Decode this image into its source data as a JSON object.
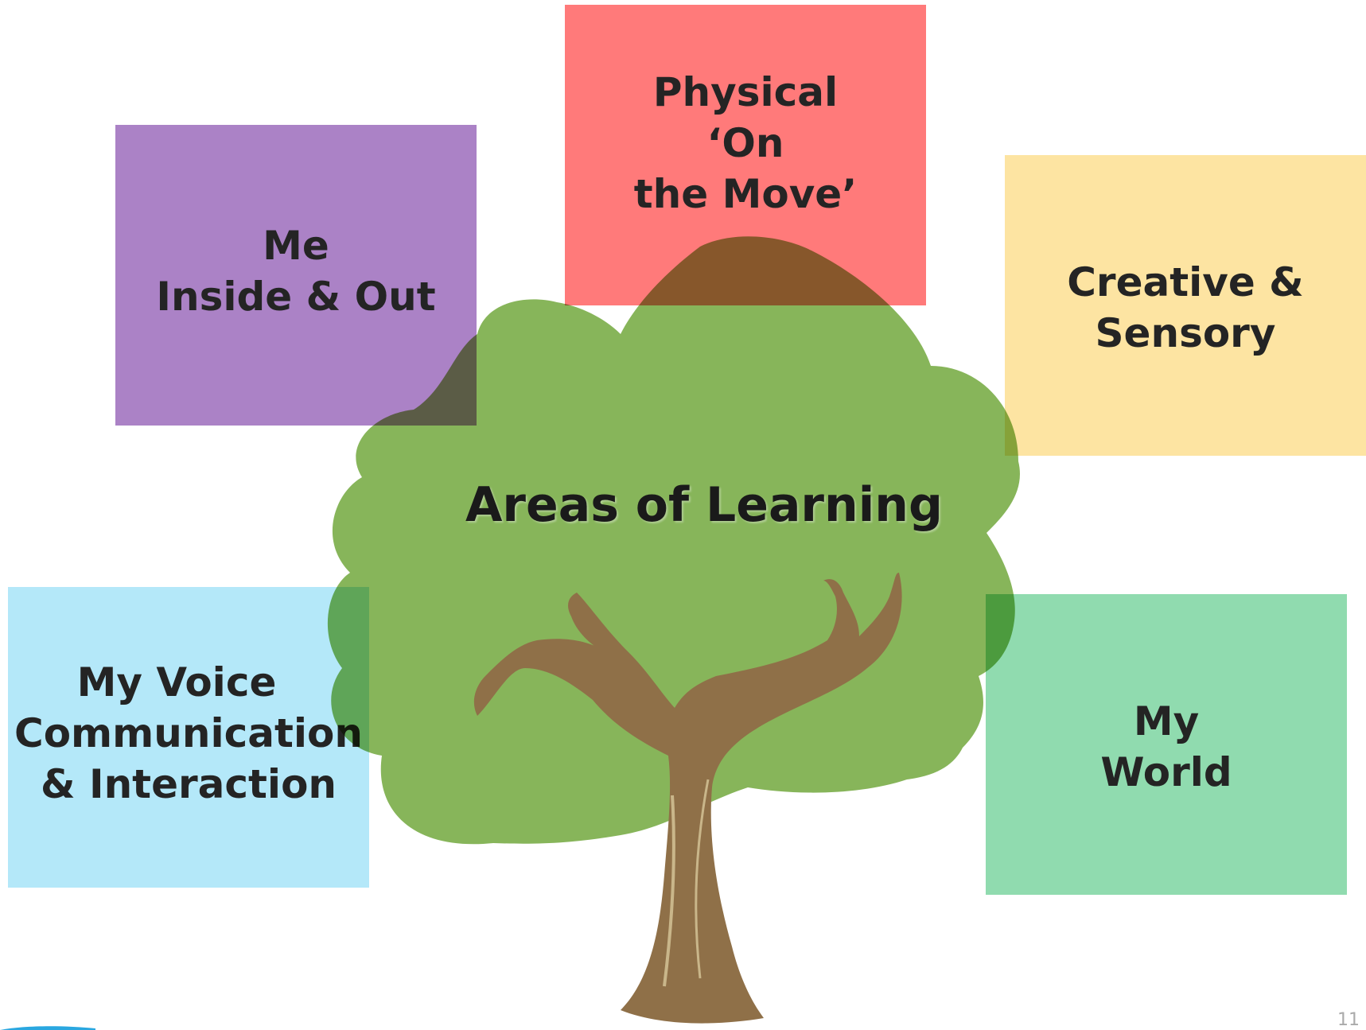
{
  "title": "Areas of Learning",
  "areas": {
    "physical": {
      "line1": "Physical",
      "line2": "‘On",
      "line3": "the Move’",
      "color": "#ff6f6f"
    },
    "me": {
      "line1": "Me",
      "line2": "Inside & Out",
      "color": "#a477c1"
    },
    "creative": {
      "line1": "Creative &",
      "line2": "Sensory",
      "color": "#fde29a"
    },
    "voice": {
      "line1": "My Voice",
      "line2": "Communication",
      "line3": "& Interaction",
      "color": "#aee6f9"
    },
    "world": {
      "line1": "My",
      "line2": "World",
      "color": "#87d8a8"
    }
  },
  "colors": {
    "foliage": "#87b55a",
    "trunk": "#8f7048",
    "trunk_highlight": "#c9b68a"
  },
  "page_number": "11"
}
